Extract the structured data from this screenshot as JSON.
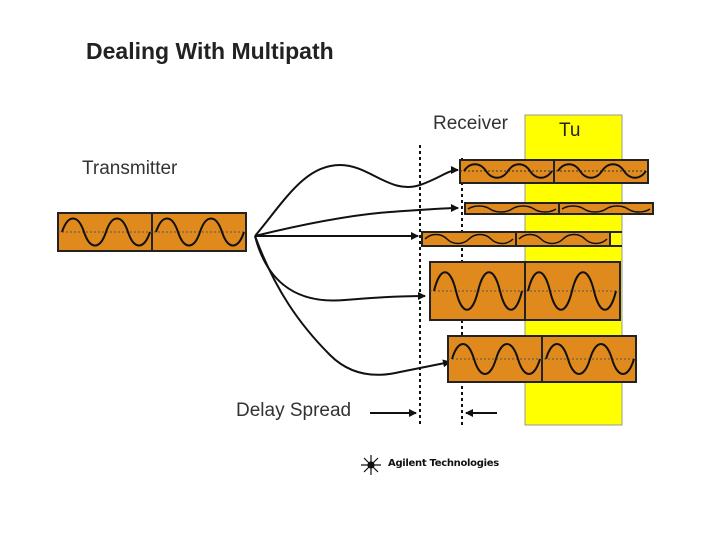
{
  "title": "Dealing With Multipath",
  "labels": {
    "receiver": "Receiver",
    "transmitter": "Transmitter",
    "tu": "Tu",
    "delay_spread": "Delay Spread"
  },
  "logo": {
    "text": "Agilent Technologies",
    "icon": "agilent-spark-icon"
  },
  "colors": {
    "block_fill": "#e08a1e",
    "block_border": "#222222",
    "tu_band": "#ffff00",
    "wave": "#111111"
  }
}
